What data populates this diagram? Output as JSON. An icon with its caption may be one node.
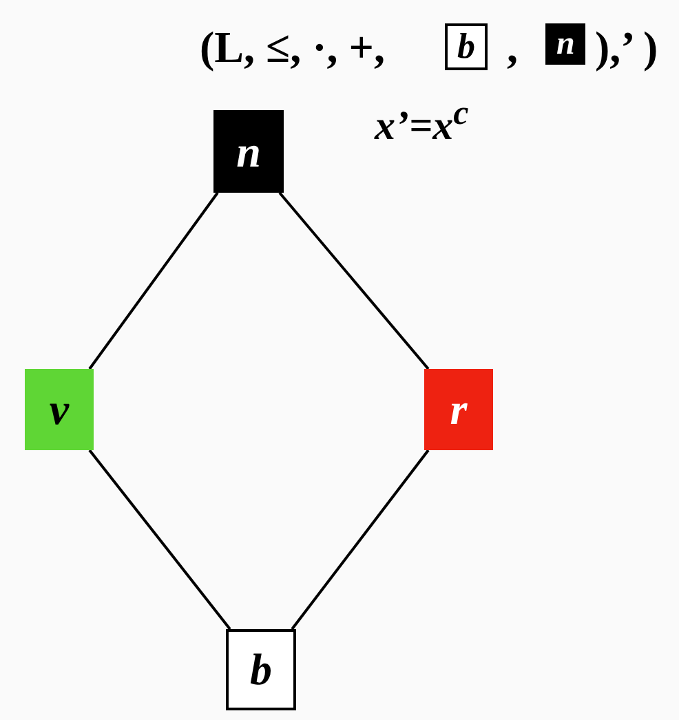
{
  "diagram": {
    "nodes": [
      {
        "text": [
          "n"
        ]
      },
      {
        "text": [
          "v"
        ]
      },
      {
        "text": [
          "r"
        ]
      },
      {
        "text": [
          "b"
        ]
      }
    ],
    "edges": [
      {
        "from": 0,
        "to": 1,
        "arrow": "none"
      },
      {
        "from": 0,
        "to": 2,
        "arrow": "none"
      },
      {
        "from": 1,
        "to": 3,
        "arrow": "none"
      },
      {
        "from": 2,
        "to": 3,
        "arrow": "none"
      }
    ],
    "labels": [
      "(L, ≤, ·, +,",
      "b",
      ",",
      "n",
      "),’ )",
      "x’=x$^{c}$"
    ]
  }
}
